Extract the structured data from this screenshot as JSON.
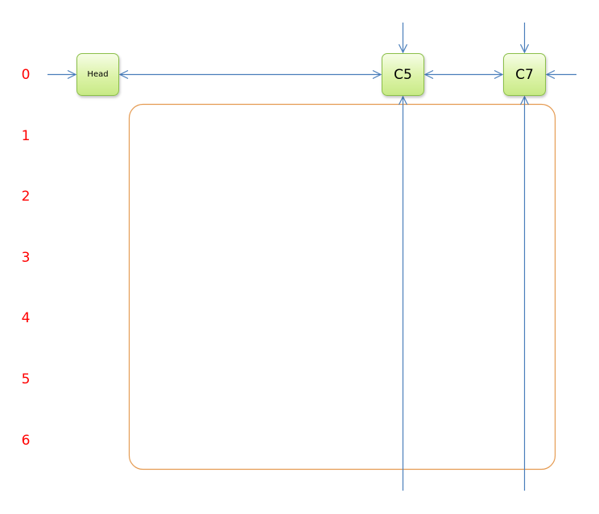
{
  "rows": [
    {
      "label": "0"
    },
    {
      "label": "1"
    },
    {
      "label": "2"
    },
    {
      "label": "3"
    },
    {
      "label": "4"
    },
    {
      "label": "5"
    },
    {
      "label": "6"
    }
  ],
  "nodes": {
    "head": {
      "label": "Head"
    },
    "c5": {
      "label": "C5"
    },
    "c7": {
      "label": "C7"
    }
  },
  "colors": {
    "row_label": "#ff0000",
    "connector": "#4a7ebb",
    "frame": "#e59b52",
    "node_fill": "#d7f2a0",
    "node_border": "#8cc04a"
  }
}
